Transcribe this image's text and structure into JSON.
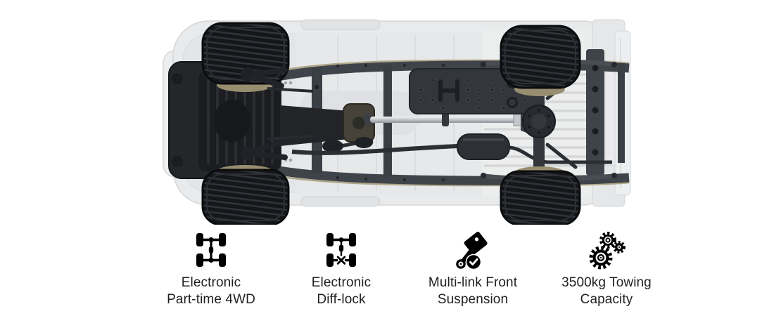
{
  "illustration": {
    "name": "truck-chassis-underbody-top-view"
  },
  "features": [
    {
      "icon": "drivetrain-4wd-icon",
      "line1": "Electronic",
      "line2": "Part-time 4WD"
    },
    {
      "icon": "diff-lock-drivetrain-icon",
      "line1": "Electronic",
      "line2": "Diff-lock"
    },
    {
      "icon": "piston-icon",
      "line1": "Multi-link Front",
      "line2": "Suspension"
    },
    {
      "icon": "gears-icon",
      "line1": "3500kg Towing",
      "line2": "Capacity"
    }
  ],
  "colors": {
    "background": "#ffffff",
    "text": "#231f20",
    "icon": "#000000",
    "body_light": "#e9eaec",
    "frame": "#3f444a",
    "tire": "#17181a",
    "khaki_accent": "#a89e7d",
    "driveshaft_silver": "#c9cdd1"
  }
}
